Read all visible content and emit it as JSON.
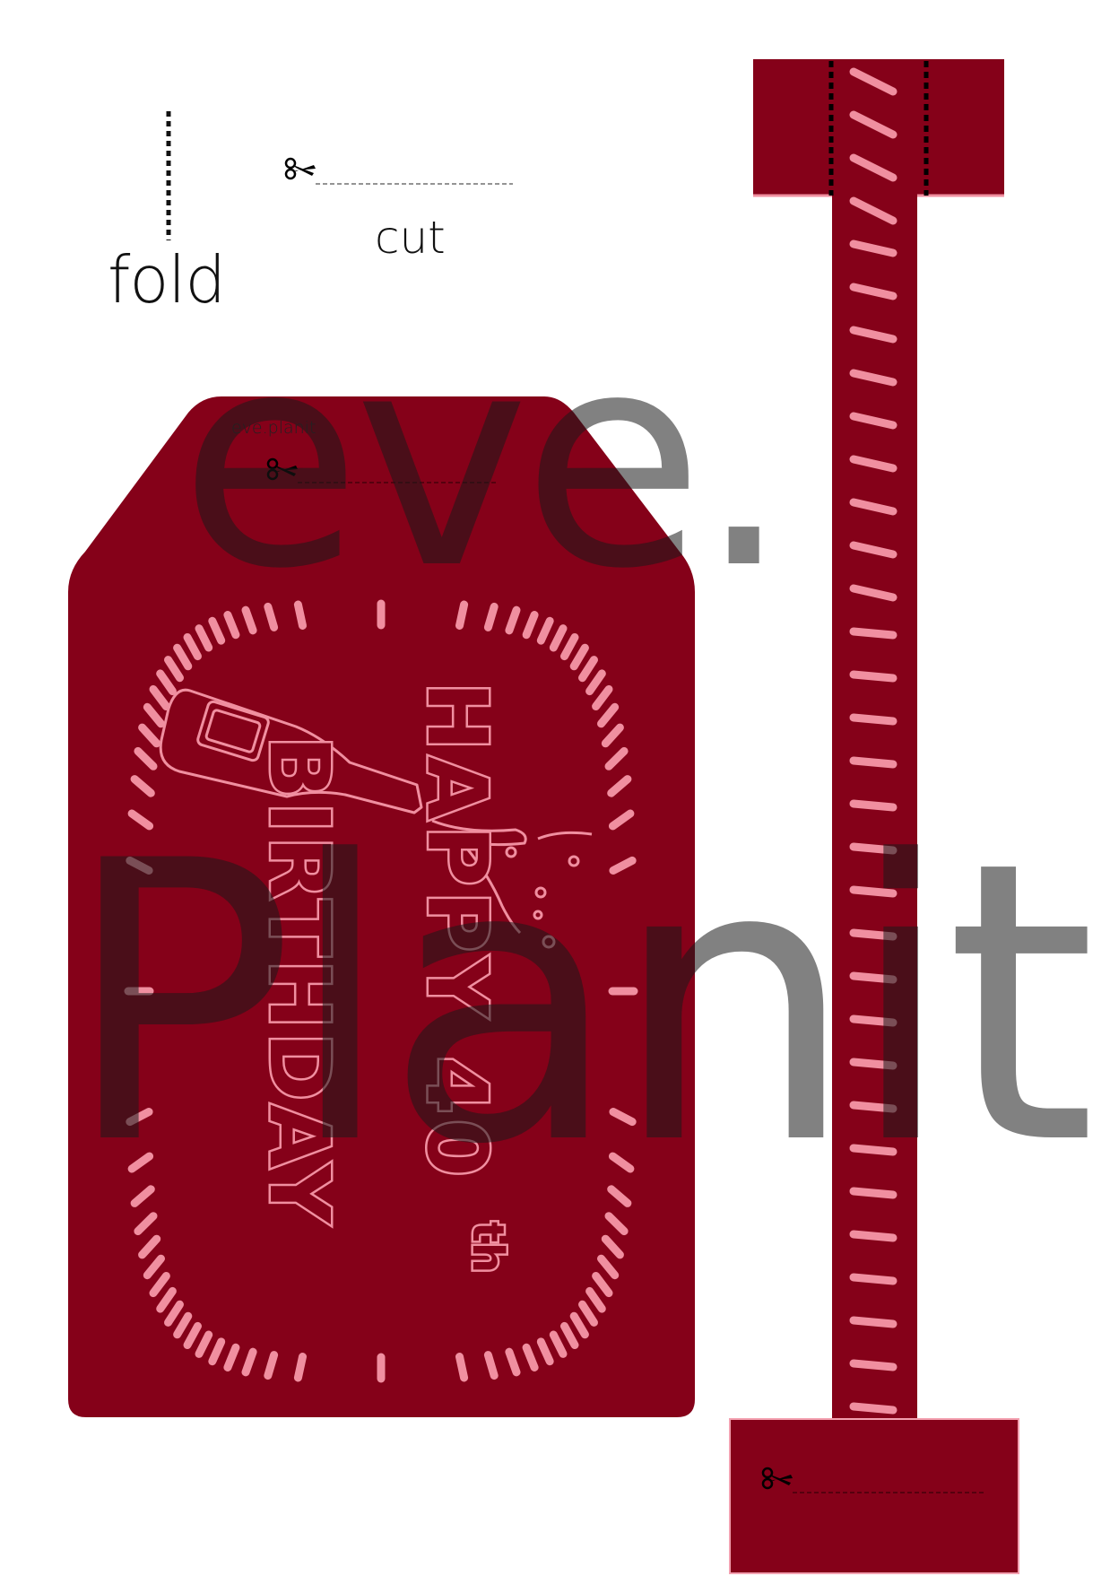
{
  "legend": {
    "fold_label": "fold",
    "cut_label": "cut",
    "fold_icon": "dotted-fold-line",
    "cut_icon": "scissors-icon"
  },
  "tag": {
    "greeting_line1": "HAPPY 40",
    "greeting_suffix": "th",
    "greeting_line2": "BIRTHDAY",
    "illustration": "champagne-bottle-icon",
    "small_watermark": "eve.planit",
    "colors": {
      "card": "#850119",
      "accent": "#f08fa0"
    }
  },
  "strap": {
    "colors": {
      "band": "#850119",
      "dash": "#f08fa0"
    }
  },
  "watermark": {
    "line1": "eve.",
    "line2": "Planit."
  }
}
